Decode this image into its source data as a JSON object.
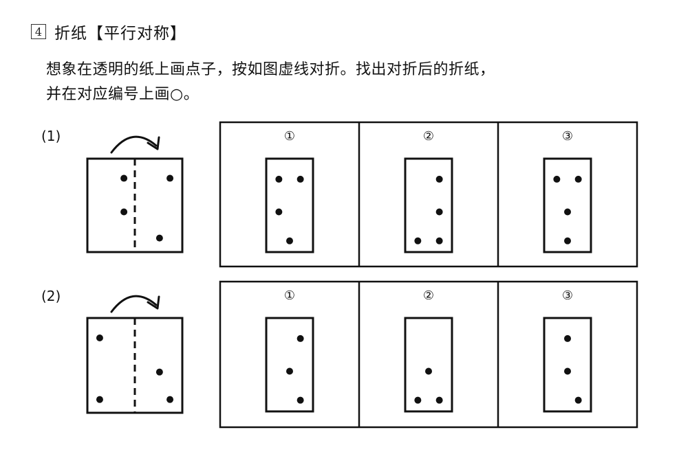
{
  "problem": {
    "number": "4",
    "title": "折纸【平行对称】",
    "instruction_line1": "想象在透明的纸上画点子，按如图虚线对折。找出对折后的折纸，",
    "instruction_line2": "并在对应编号上画○。"
  },
  "questions": [
    {
      "label": "(1)",
      "source_dots": [
        [
          0.385,
          0.21
        ],
        [
          0.87,
          0.21
        ],
        [
          0.385,
          0.57
        ],
        [
          0.76,
          0.85
        ]
      ],
      "options": [
        {
          "label": "①",
          "dots": [
            [
              0.27,
              0.22
            ],
            [
              0.73,
              0.22
            ],
            [
              0.27,
              0.57
            ],
            [
              0.5,
              0.88
            ]
          ]
        },
        {
          "label": "②",
          "dots": [
            [
              0.73,
              0.22
            ],
            [
              0.73,
              0.57
            ],
            [
              0.27,
              0.88
            ],
            [
              0.73,
              0.88
            ]
          ]
        },
        {
          "label": "③",
          "dots": [
            [
              0.27,
              0.22
            ],
            [
              0.73,
              0.22
            ],
            [
              0.5,
              0.57
            ],
            [
              0.5,
              0.88
            ]
          ]
        }
      ]
    },
    {
      "label": "(2)",
      "source_dots": [
        [
          0.13,
          0.21
        ],
        [
          0.76,
          0.57
        ],
        [
          0.13,
          0.86
        ],
        [
          0.87,
          0.86
        ]
      ],
      "options": [
        {
          "label": "①",
          "dots": [
            [
              0.73,
              0.22
            ],
            [
              0.5,
              0.57
            ],
            [
              0.73,
              0.88
            ]
          ]
        },
        {
          "label": "②",
          "dots": [
            [
              0.5,
              0.57
            ],
            [
              0.27,
              0.88
            ],
            [
              0.73,
              0.88
            ]
          ]
        },
        {
          "label": "③",
          "dots": [
            [
              0.5,
              0.22
            ],
            [
              0.5,
              0.57
            ],
            [
              0.73,
              0.88
            ]
          ]
        }
      ]
    }
  ]
}
